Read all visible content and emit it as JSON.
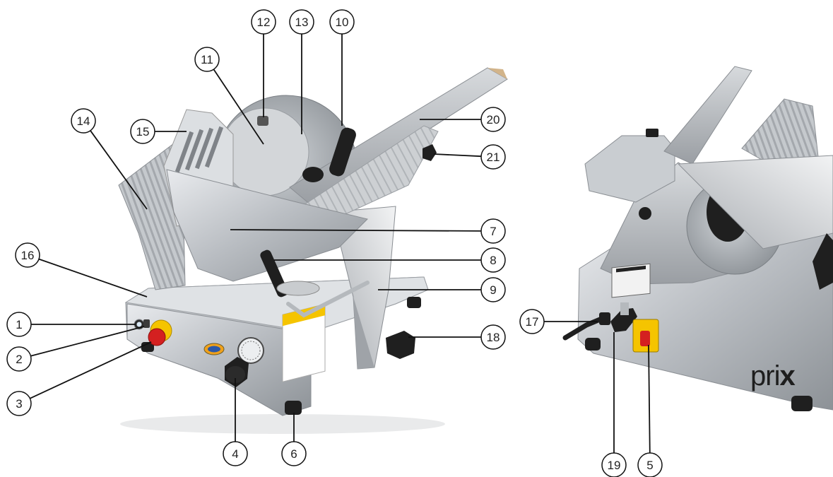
{
  "brand": {
    "name_light": "pri",
    "name_bold": "x"
  },
  "colors": {
    "metal": "#b9bdc2",
    "metal_dark": "#8d9297",
    "black_part": "#1f1f1f",
    "warning_label": "#f5c400",
    "emergency_red": "#d42020",
    "line": "#111111"
  },
  "callouts": [
    {
      "id": "c1",
      "number": "1",
      "part": "power-light"
    },
    {
      "id": "c2",
      "number": "2",
      "part": "on-off-button"
    },
    {
      "id": "c3",
      "number": "3",
      "part": "emergency-stop"
    },
    {
      "id": "c4",
      "number": "4",
      "part": "thickness-knob"
    },
    {
      "id": "c5",
      "number": "5",
      "part": "main-switch"
    },
    {
      "id": "c6",
      "number": "6",
      "part": "foot"
    },
    {
      "id": "c7",
      "number": "7",
      "part": "carriage-tray"
    },
    {
      "id": "c8",
      "number": "8",
      "part": "carriage-handle"
    },
    {
      "id": "c9",
      "number": "9",
      "part": "carriage-arm"
    },
    {
      "id": "c10",
      "number": "10",
      "part": "pusher-handle"
    },
    {
      "id": "c11",
      "number": "11",
      "part": "blade-cover"
    },
    {
      "id": "c12",
      "number": "12",
      "part": "cover-knob"
    },
    {
      "id": "c13",
      "number": "13",
      "part": "blade"
    },
    {
      "id": "c14",
      "number": "14",
      "part": "slice-deflector"
    },
    {
      "id": "c15",
      "number": "15",
      "part": "thickness-plate"
    },
    {
      "id": "c16",
      "number": "16",
      "part": "base"
    },
    {
      "id": "c17",
      "number": "17",
      "part": "power-cord"
    },
    {
      "id": "c18",
      "number": "18",
      "part": "carriage-lock-knob"
    },
    {
      "id": "c19",
      "number": "19",
      "part": "sharpener-knob"
    },
    {
      "id": "c20",
      "number": "20",
      "part": "pusher-rail"
    },
    {
      "id": "c21",
      "number": "21",
      "part": "pusher-lock"
    }
  ]
}
